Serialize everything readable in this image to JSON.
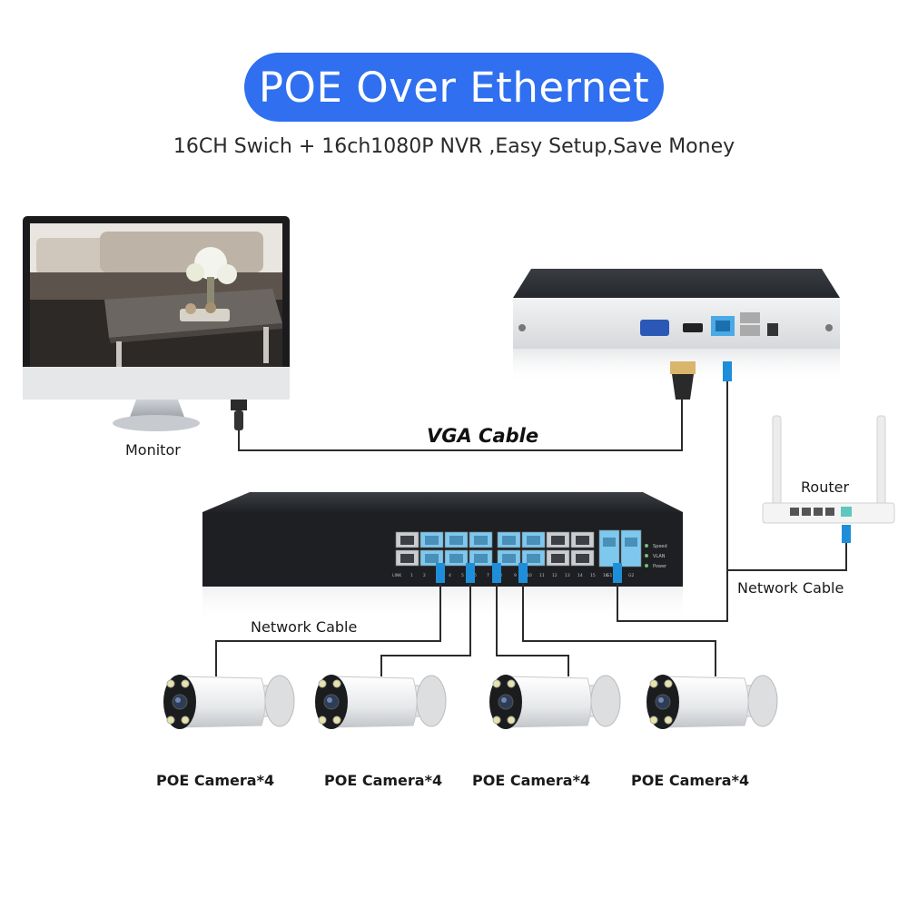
{
  "header": {
    "title": "POE  Over Ethernet",
    "subtitle": "16CH Swich + 16ch1080P NVR ,Easy Setup,Save Money"
  },
  "devices": {
    "monitor": "Monitor",
    "router": "Router"
  },
  "cables": {
    "vga": "VGA Cable",
    "network_right": "Network Cable",
    "network_left": "Network Cable"
  },
  "switch": {
    "port_labels": [
      "LINK",
      "1",
      "2",
      "3",
      "4",
      "5",
      "6",
      "7",
      "8",
      "9",
      "10",
      "11",
      "12",
      "13",
      "14",
      "15",
      "16",
      "G1",
      "G2"
    ],
    "indicator_labels": [
      "Speed",
      "VLAN",
      "Power"
    ]
  },
  "cameras": [
    {
      "label": "POE Camera*4"
    },
    {
      "label": "POE Camera*4"
    },
    {
      "label": "POE Camera*4"
    },
    {
      "label": "POE Camera*4"
    }
  ],
  "colors": {
    "title_pill": "#2f6ff0",
    "port_highlight": "#7ec8ee",
    "connector": "#1e8ed9",
    "cable": "#2b2b2b"
  }
}
